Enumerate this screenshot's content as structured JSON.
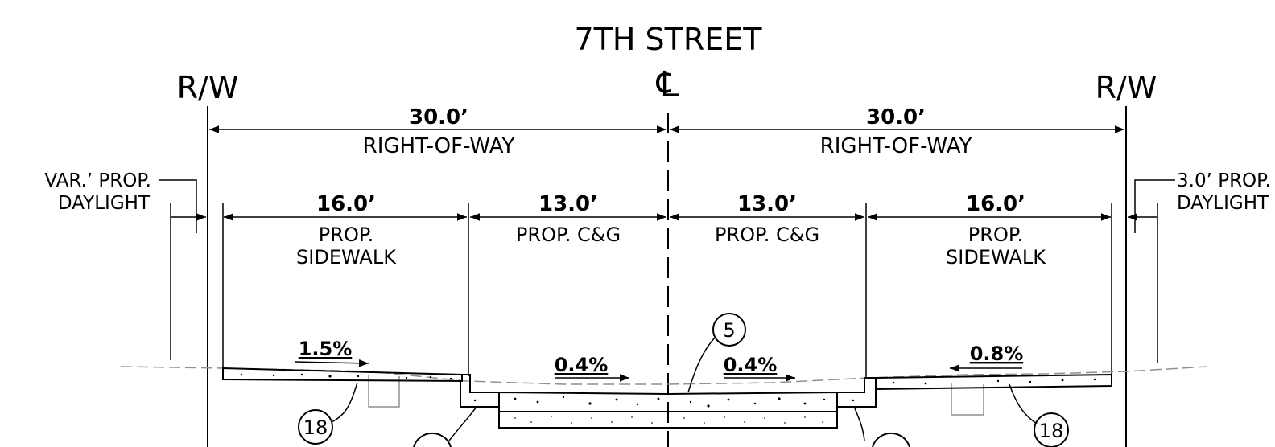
{
  "title": "7TH STREET",
  "centerline_symbol": "℄",
  "rw_left": "R/W",
  "rw_right": "R/W",
  "left": {
    "row_dim": "30.0’",
    "row_label": "RIGHT-OF-WAY",
    "daylight_label_1": "VAR.’ PROP.",
    "daylight_label_2": "DAYLIGHT",
    "sidewalk_dim": "16.0’",
    "sidewalk_label_1": "PROP.",
    "sidewalk_label_2": "SIDEWALK",
    "cg_dim": "13.0’",
    "cg_label": "PROP. C&G",
    "sidewalk_slope": "1.5%",
    "road_slope": "0.4%",
    "callout_18": "18"
  },
  "right": {
    "row_dim": "30.0’",
    "row_label": "RIGHT-OF-WAY",
    "daylight_label_1": "3.0’ PROP.",
    "daylight_label_2": "DAYLIGHT",
    "sidewalk_dim": "16.0’",
    "sidewalk_label_1": "PROP.",
    "sidewalk_label_2": "SIDEWALK",
    "cg_dim": "13.0’",
    "cg_label": "PROP. C&G",
    "sidewalk_slope": "0.8%",
    "road_slope": "0.4%",
    "callout_18": "18"
  },
  "callout_center": "5"
}
